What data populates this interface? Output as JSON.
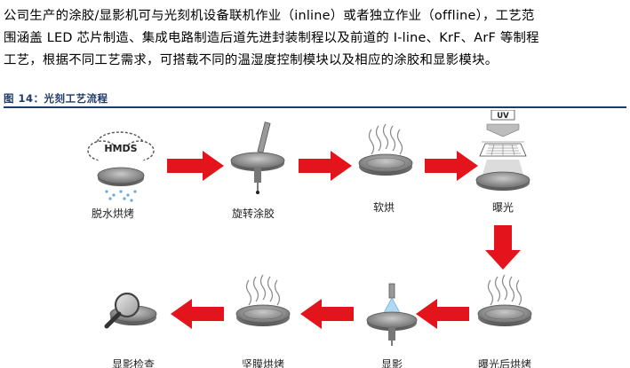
{
  "paragraph": {
    "lines": [
      "公司生产的涂胶/显影机可与光刻机设备联机作业（inline）或者独立作业（offline），工艺范",
      "围涵盖 LED 芯片制造、集成电路制造后道先进封装制程以及前道的 I-line、KrF、ArF 等制程",
      "工艺，根据不同工艺需求，可搭载不同的温湿度控制模块以及相应的涂胶和显影模块。"
    ]
  },
  "figure": {
    "title": "图 14：光刻工艺流程",
    "steps": [
      {
        "label": "脱水烘烤",
        "tag": "HMDS"
      },
      {
        "label": "旋转涂胶"
      },
      {
        "label": "软烘"
      },
      {
        "label": "曝光",
        "tag": "UV"
      },
      {
        "label": "曝光后烘烤"
      },
      {
        "label": "显影"
      },
      {
        "label": "坚膜烘烤"
      },
      {
        "label": "显影检查"
      }
    ],
    "colors": {
      "arrow": "#e3141b",
      "rule": "#1f3a6a",
      "wafer_gray": "#8c8c8c"
    }
  }
}
